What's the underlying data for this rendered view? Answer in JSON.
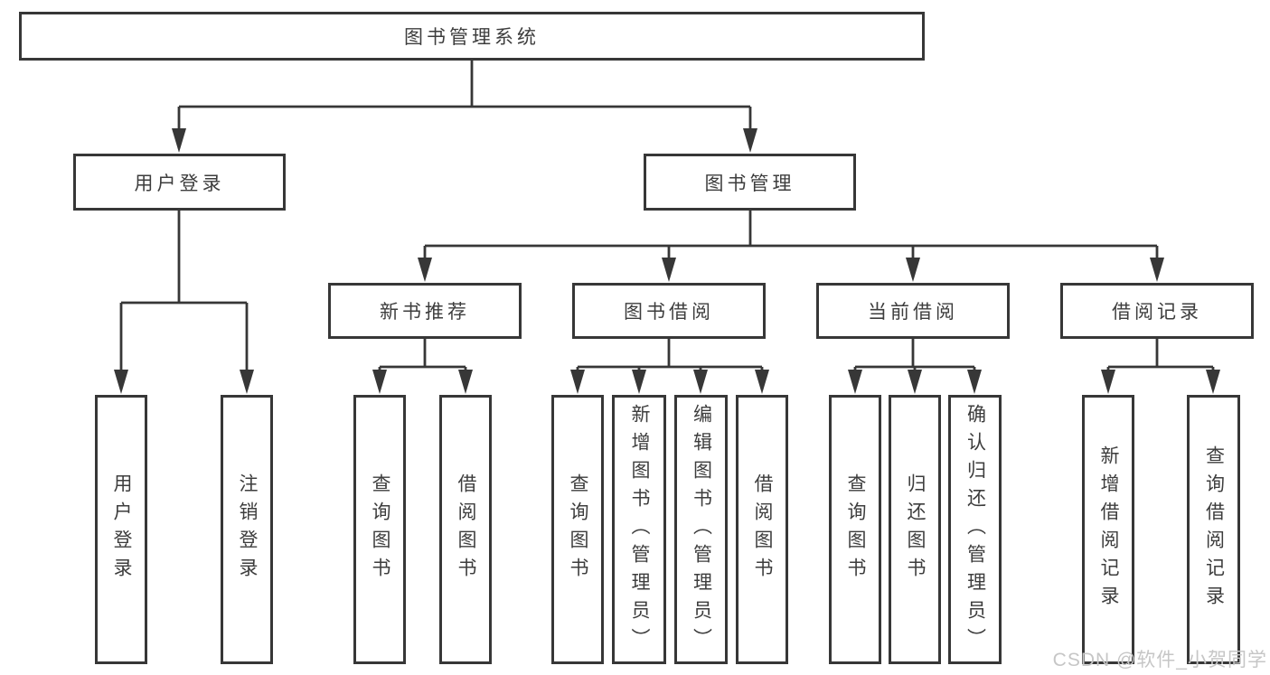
{
  "tree": {
    "root": {
      "label": "图书管理系统",
      "children": [
        {
          "label": "用户登录",
          "children": [
            {
              "label": "用户登录"
            },
            {
              "label": "注销登录"
            }
          ]
        },
        {
          "label": "图书管理",
          "children": [
            {
              "label": "新书推荐",
              "children": [
                {
                  "label": "查询图书"
                },
                {
                  "label": "借阅图书"
                }
              ]
            },
            {
              "label": "图书借阅",
              "children": [
                {
                  "label": "查询图书"
                },
                {
                  "label": "新增图书（管理员）"
                },
                {
                  "label": "编辑图书（管理员）"
                },
                {
                  "label": "借阅图书"
                }
              ]
            },
            {
              "label": "当前借阅",
              "children": [
                {
                  "label": "查询图书"
                },
                {
                  "label": "归还图书"
                },
                {
                  "label": "确认归还（管理员）"
                }
              ]
            },
            {
              "label": "借阅记录",
              "children": [
                {
                  "label": "新增借阅记录"
                },
                {
                  "label": "查询借阅记录"
                }
              ]
            }
          ]
        }
      ]
    }
  },
  "watermark": {
    "text": "CSDN @软件_小贺同学"
  },
  "colors": {
    "line": "#373737",
    "text": "#3d3d3d",
    "watermark_text": "#c6c6c6",
    "background": "#ffffff"
  }
}
